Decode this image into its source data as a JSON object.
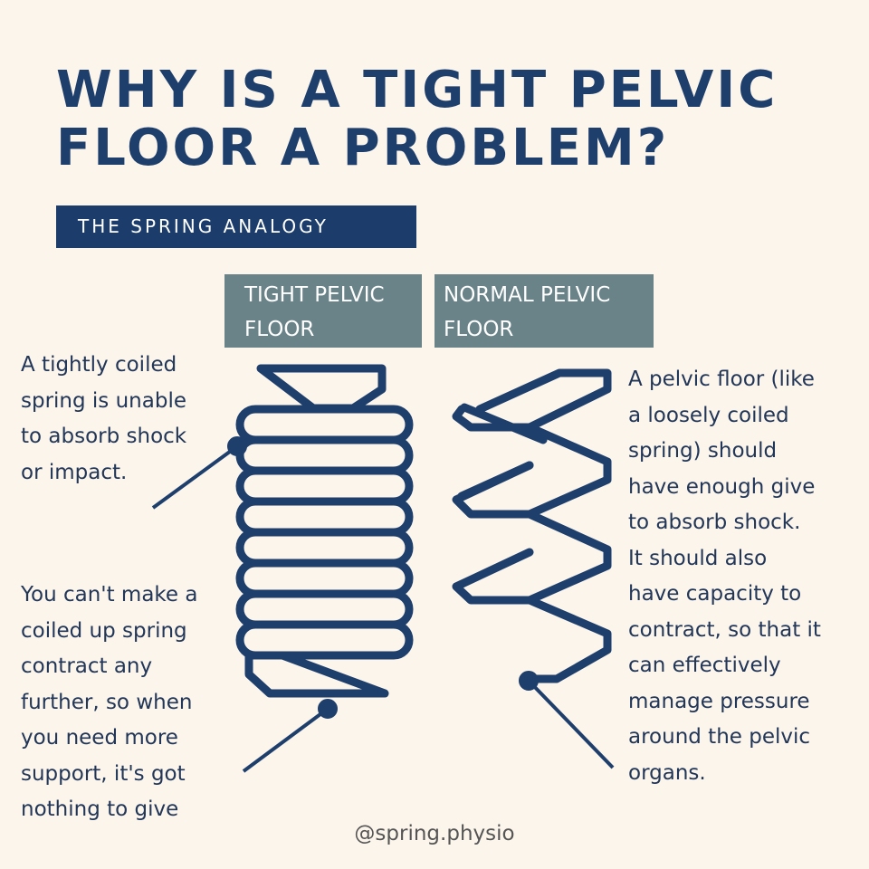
{
  "title": {
    "line1": "WHY IS A TIGHT PELVIC",
    "line2": "FLOOR A PROBLEM?"
  },
  "banner": "THE SPRING ANALOGY",
  "labels": {
    "tight": [
      "TIGHT PELVIC",
      "FLOOR"
    ],
    "normal": [
      "NORMAL PELVIC",
      "FLOOR"
    ]
  },
  "text": {
    "left_top": [
      "A tightly coiled",
      "spring is unable",
      "to absorb shock",
      "or impact."
    ],
    "left_bottom": [
      "You can't make a",
      "coiled up spring",
      "contract any",
      "further, so when",
      "you need more",
      "support, it's got",
      "nothing to give"
    ],
    "right": [
      "A pelvic floor (like",
      "a loosely coiled",
      "spring) should",
      "have enough give",
      "to absorb shock.",
      "It should also",
      "have capacity to",
      "contract, so that it",
      "can effectively",
      "manage pressure",
      "around the pelvic",
      "organs."
    ]
  },
  "handle": "@spring.physio",
  "colors": {
    "background": "#fcf5ec",
    "navy": "#1e3f6c",
    "label_gray": "#6a8389"
  }
}
